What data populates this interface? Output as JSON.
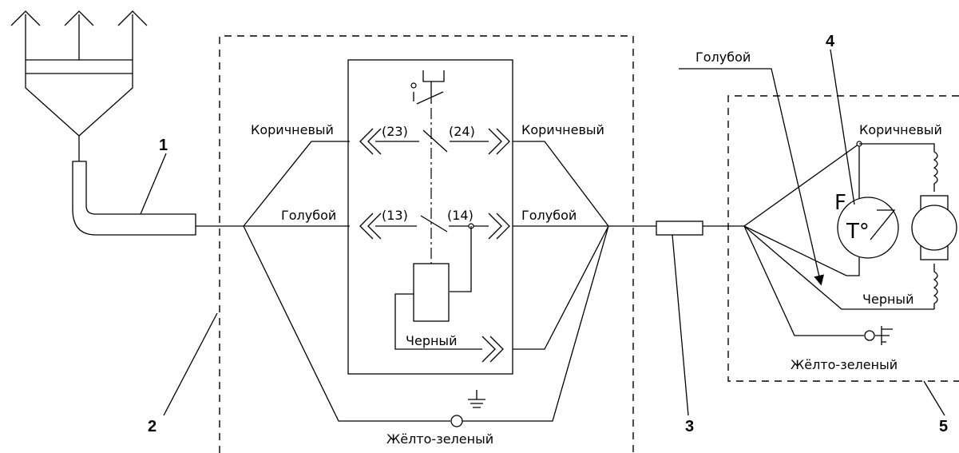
{
  "labels": {
    "brown": "Коричневый",
    "blue": "Голубой",
    "black": "Черный",
    "yellow_green": "Жёлто-зеленый",
    "t23": "(23)",
    "t24": "(24)",
    "t13": "(13)",
    "t14": "(14)",
    "f": "F",
    "t_deg": "T°"
  },
  "callouts": {
    "n1": "1",
    "n2": "2",
    "n3": "3",
    "n4": "4",
    "n5": "5"
  }
}
